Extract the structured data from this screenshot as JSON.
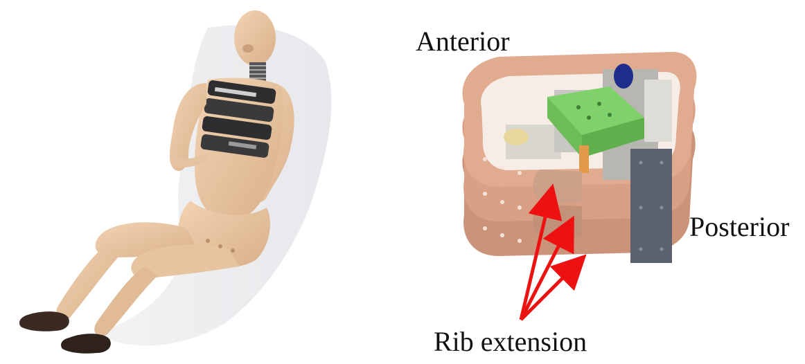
{
  "figure": {
    "left_panel": {
      "subject": "crash-test-dummy-seated"
    },
    "right_panel": {
      "subject": "thorax-rib-assembly",
      "labels": {
        "anterior": "Anterior",
        "posterior": "Posterior",
        "rib_extension": "Rib extension"
      },
      "arrow_color": "#ee1111",
      "rib_color": "#d9a085",
      "plate_color": "#7fd16a"
    }
  }
}
